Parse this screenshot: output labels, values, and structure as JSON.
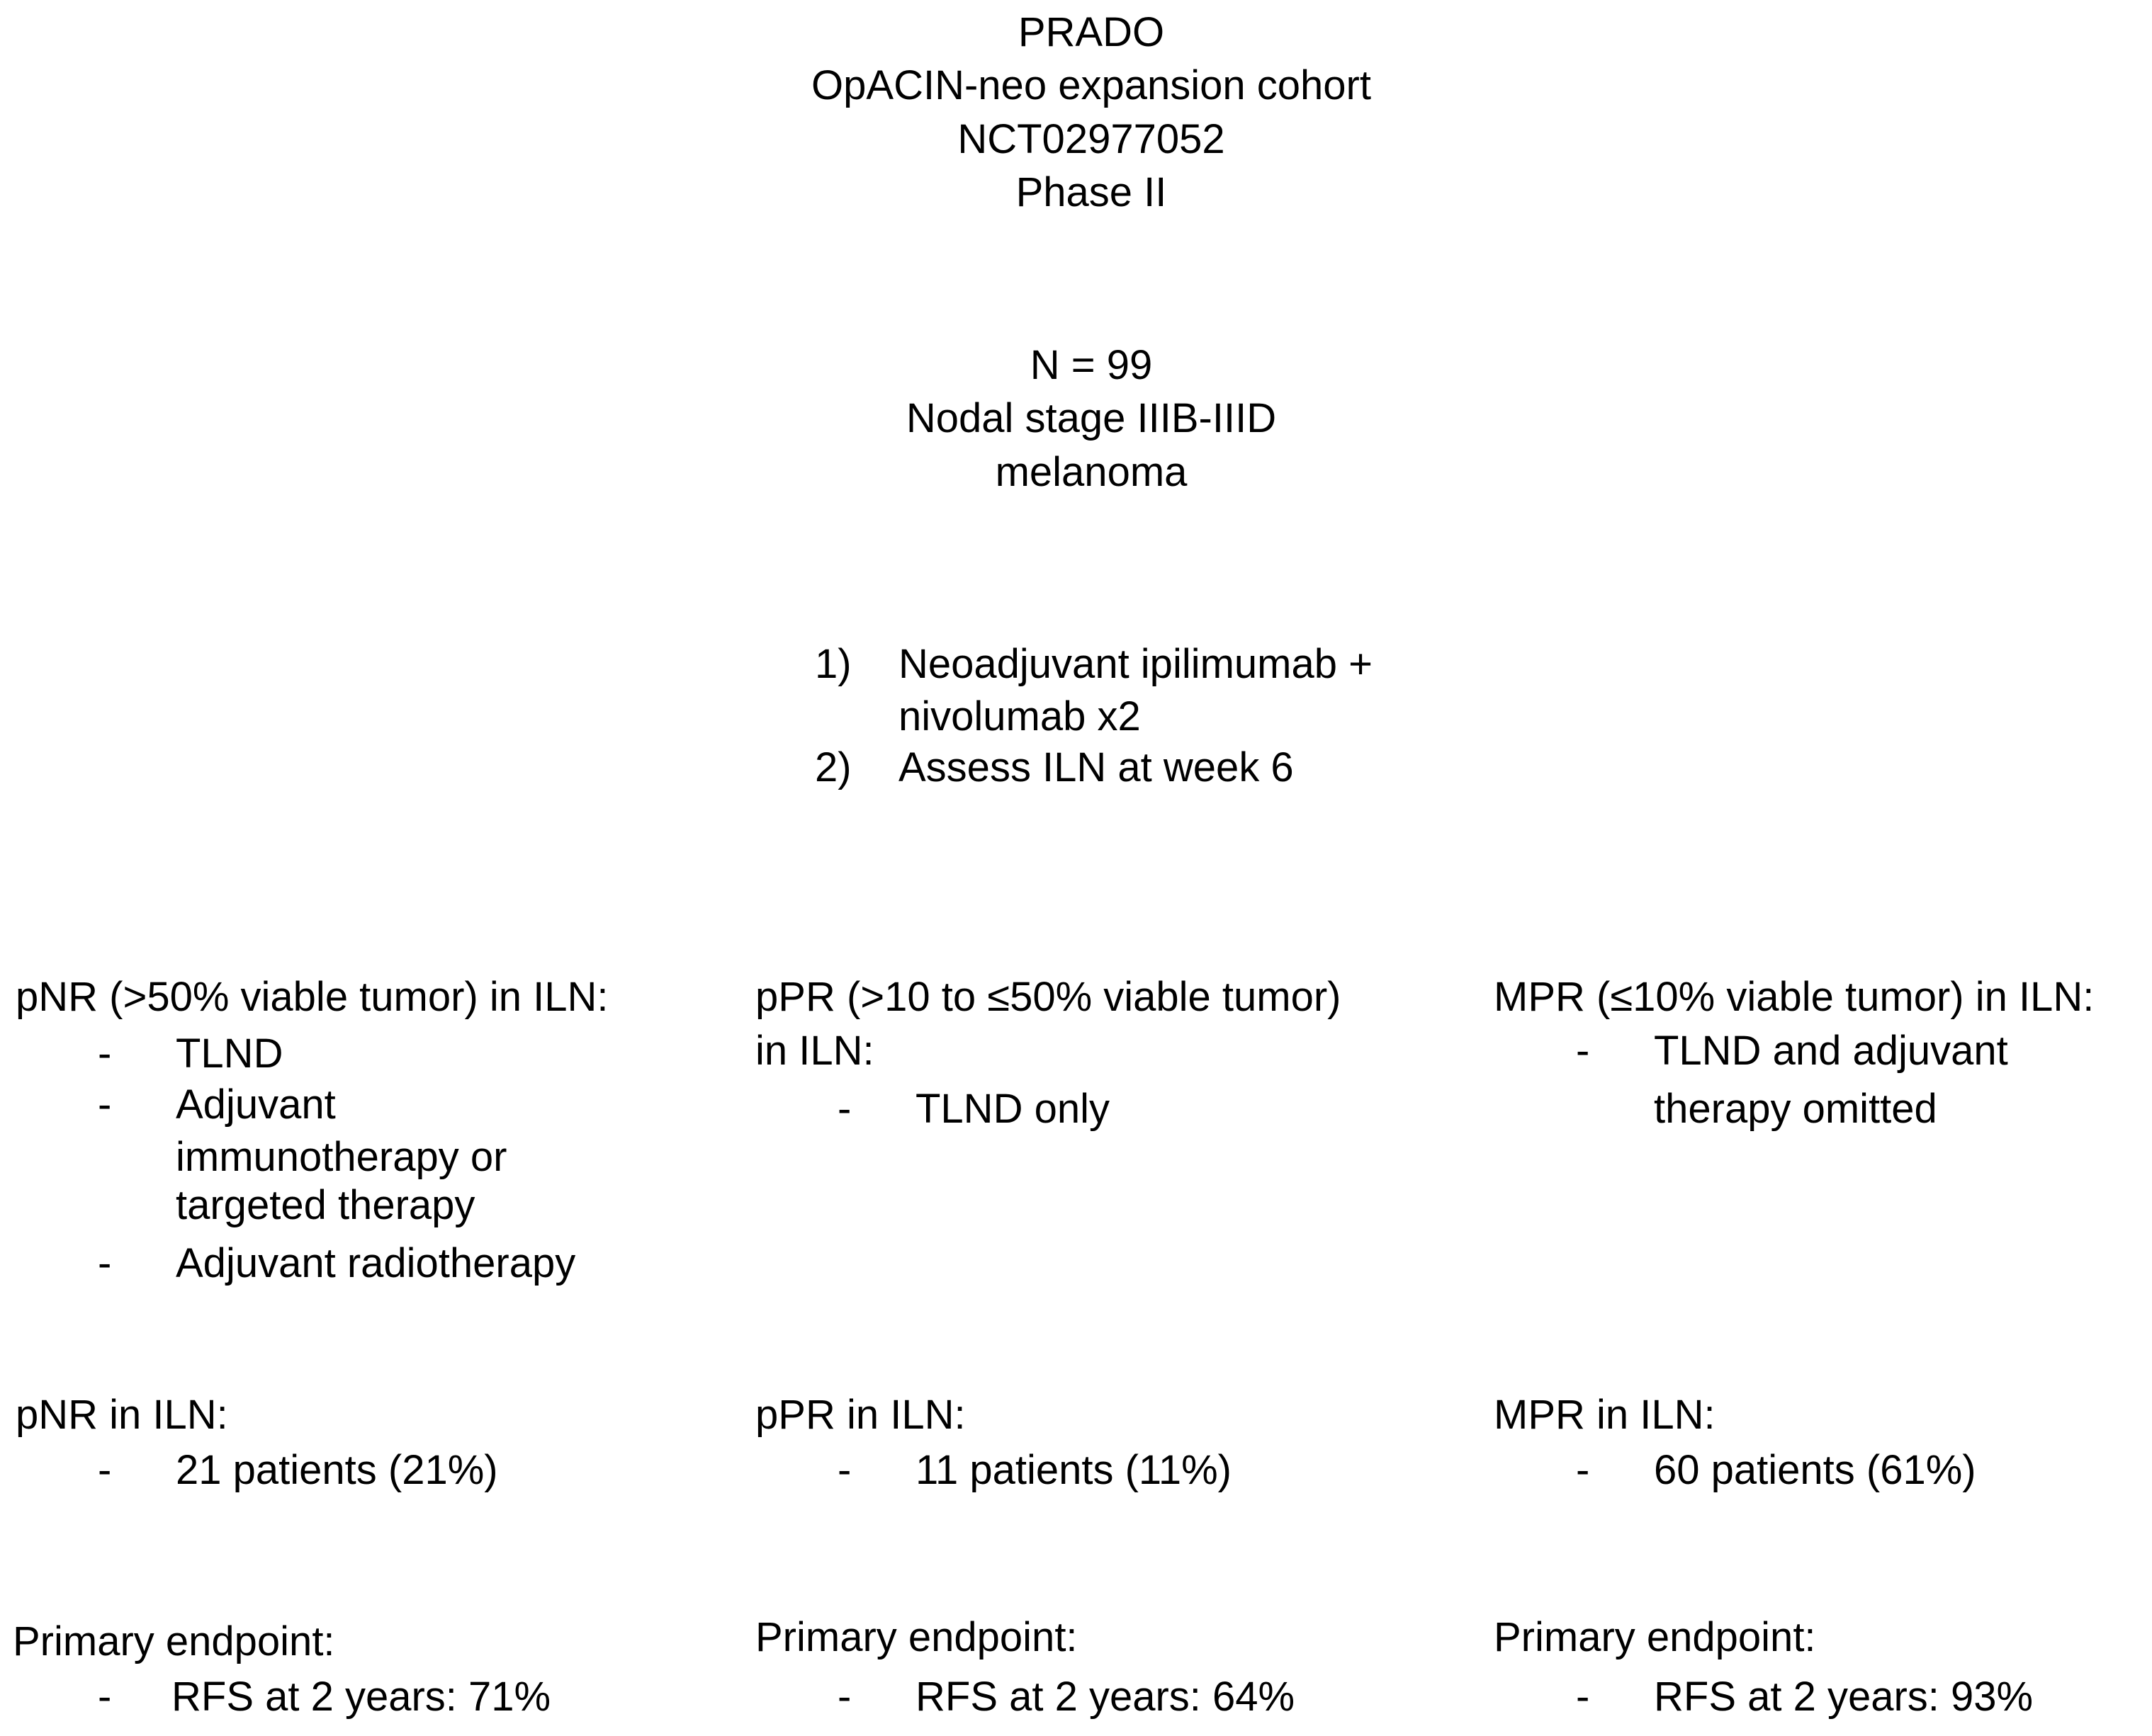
{
  "header": {
    "lines": [
      "PRADO",
      "OpACIN-neo expansion cohort",
      "NCT02977052",
      "Phase II"
    ]
  },
  "population": {
    "lines": [
      "N = 99",
      "Nodal stage IIIB-IIID",
      "melanoma"
    ]
  },
  "steps": [
    {
      "num": "1)",
      "lines": [
        "Neoadjuvant ipilimumab +",
        "nivolumab x2"
      ]
    },
    {
      "num": "2)",
      "lines": [
        "Assess ILN at week 6"
      ]
    }
  ],
  "columns": [
    {
      "response": {
        "heading": [
          "pNR (>50% viable tumor) in ILN:"
        ],
        "items": [
          [
            "TLND"
          ],
          [
            "Adjuvant",
            "immunotherapy or",
            "targeted therapy"
          ],
          [
            "Adjuvant radiotherapy"
          ]
        ]
      },
      "count": {
        "heading": "pNR in ILN:",
        "item": "21 patients (21%)"
      },
      "endpoint": {
        "heading": "Primary endpoint:",
        "item": "RFS at 2 years: 71%"
      }
    },
    {
      "response": {
        "heading": [
          "pPR (>10 to ≤50% viable tumor)",
          "in ILN:"
        ],
        "items": [
          [
            "TLND only"
          ]
        ]
      },
      "count": {
        "heading": "pPR in ILN:",
        "item": "11 patients (11%)"
      },
      "endpoint": {
        "heading": "Primary endpoint:",
        "item": "RFS at 2 years: 64%"
      }
    },
    {
      "response": {
        "heading": [
          "MPR (≤10% viable tumor) in ILN:"
        ],
        "items": [
          [
            "TLND and adjuvant",
            "therapy omitted"
          ]
        ]
      },
      "count": {
        "heading": "MPR in ILN:",
        "item": "60 patients (61%)"
      },
      "endpoint": {
        "heading": "Primary endpoint:",
        "item": "RFS at 2 years: 93%"
      }
    }
  ],
  "bullet": "-"
}
